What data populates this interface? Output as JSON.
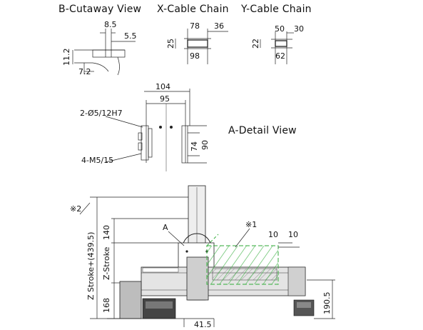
{
  "views": {
    "b_cutaway": {
      "title": "B-Cutaway View",
      "dim_top": "8.5",
      "dim_right": "5.5",
      "dim_left": "11.2",
      "dim_bottom": "7.2"
    },
    "x_cable": {
      "title": "X-Cable Chain",
      "dim_top": "78",
      "dim_top_right": "36",
      "dim_left": "25",
      "dim_bottom": "98"
    },
    "y_cable": {
      "title": "Y-Cable Chain",
      "dim_top": "50",
      "dim_top_right": "30",
      "dim_left": "22",
      "dim_bottom": "62"
    },
    "a_detail": {
      "title": "A-Detail View",
      "dim_104": "104",
      "dim_95": "95",
      "dim_74": "74",
      "dim_90": "90",
      "note_top": "2-Ø5∕12H7",
      "note_bottom": "4-M5∕15"
    },
    "main": {
      "note_2": "※2",
      "note_1": "※1",
      "label_a": "A",
      "dim_140": "140",
      "dim_zstroke": "Z-Stroke",
      "dim_168": "168",
      "dim_total": "Z Stroke+(439.5)",
      "dim_10a": "10",
      "dim_10b": "10",
      "dim_1905": "190.5",
      "dim_415": "41.5"
    }
  },
  "colors": {
    "stroke": "#222222",
    "dashed_green": "#3cb043",
    "body_fill": "#d9d9d9"
  }
}
